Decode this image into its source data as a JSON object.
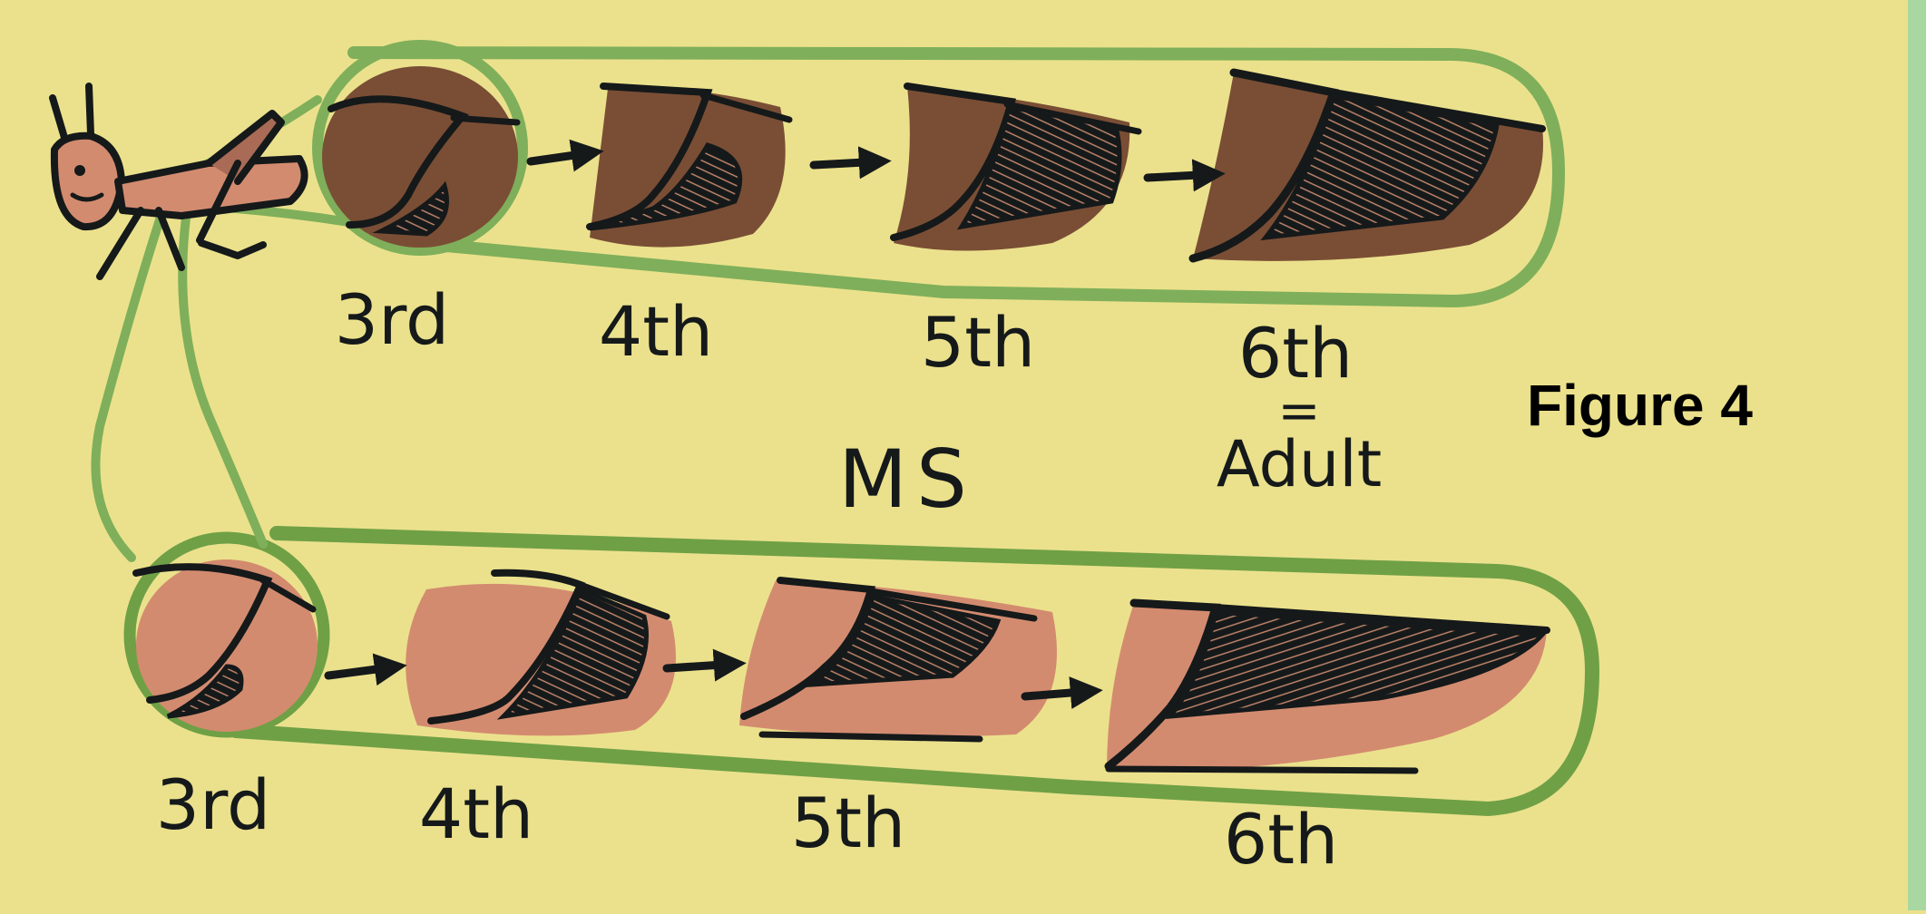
{
  "figure_caption": "Figure 4",
  "top_row": {
    "stages": [
      "3rd",
      "4th",
      "5th",
      "6th"
    ],
    "adult_equivalence": {
      "symbol": "=",
      "label": "Adult"
    }
  },
  "bottom_row": {
    "label": "MS",
    "stages": [
      "3rd",
      "4th",
      "5th",
      "6th"
    ]
  },
  "colors": {
    "background": "#ebe18c",
    "outline_green": "#7faf5a",
    "top_wing_fill": "#7a4e35",
    "bottom_wing_fill": "#d38b6f",
    "ink": "#15191a"
  },
  "icons": [
    "insect-icon",
    "arrow-right-icon",
    "wing-pad-icon"
  ]
}
